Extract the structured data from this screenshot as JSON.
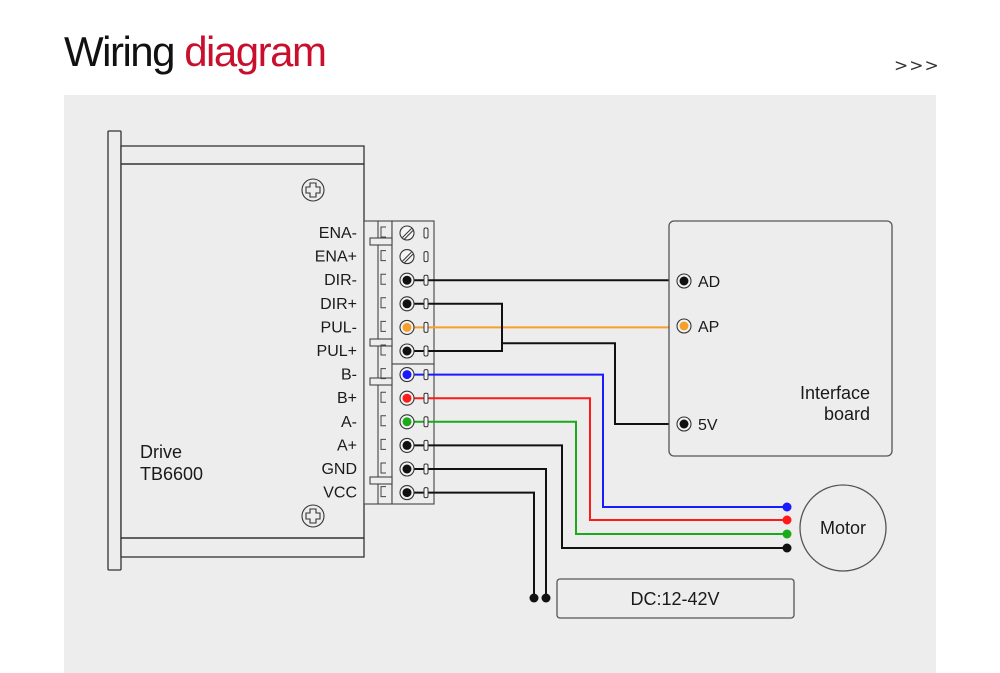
{
  "header": {
    "title_part1": "Wiring",
    "title_part2": "diagram",
    "more_link": ">>>"
  },
  "colors": {
    "accent": "#c8102e",
    "panel_bg": "#ededed",
    "wire_black": "#111111",
    "wire_orange": "#f5a02a",
    "wire_blue": "#1a1aff",
    "wire_red": "#ff1a1a",
    "wire_green": "#1aaa1a"
  },
  "drive": {
    "name_line1": "Drive",
    "name_line2": "TB6600",
    "terminals": [
      {
        "label": "ENA-",
        "type": "screw"
      },
      {
        "label": "ENA+",
        "type": "screw"
      },
      {
        "label": "DIR-",
        "type": "wired",
        "color": "black"
      },
      {
        "label": "DIR+",
        "type": "wired",
        "color": "black"
      },
      {
        "label": "PUL-",
        "type": "wired",
        "color": "orange"
      },
      {
        "label": "PUL+",
        "type": "wired",
        "color": "black"
      },
      {
        "label": "B-",
        "type": "wired",
        "color": "blue"
      },
      {
        "label": "B+",
        "type": "wired",
        "color": "red"
      },
      {
        "label": "A-",
        "type": "wired",
        "color": "green"
      },
      {
        "label": "A+",
        "type": "wired",
        "color": "black"
      },
      {
        "label": "GND",
        "type": "wired",
        "color": "black"
      },
      {
        "label": "VCC",
        "type": "wired",
        "color": "black"
      }
    ]
  },
  "interface_board": {
    "name_line1": "Interface",
    "name_line2": "board",
    "pins": [
      {
        "label": "AD",
        "color": "black"
      },
      {
        "label": "AP",
        "color": "orange"
      },
      {
        "label": "5V",
        "color": "black"
      }
    ]
  },
  "motor": {
    "label": "Motor"
  },
  "power_supply": {
    "label": "DC:12-42V"
  },
  "connections": [
    {
      "from": "DIR-",
      "to": "AD"
    },
    {
      "from": "PUL-",
      "to": "AP"
    },
    {
      "from": [
        "DIR+",
        "PUL+"
      ],
      "to": "5V"
    },
    {
      "from": "B-",
      "to": "Motor"
    },
    {
      "from": "B+",
      "to": "Motor"
    },
    {
      "from": "A-",
      "to": "Motor"
    },
    {
      "from": "A+",
      "to": "Motor"
    },
    {
      "from": "GND",
      "to": "DC:12-42V"
    },
    {
      "from": "VCC",
      "to": "DC:12-42V"
    }
  ]
}
